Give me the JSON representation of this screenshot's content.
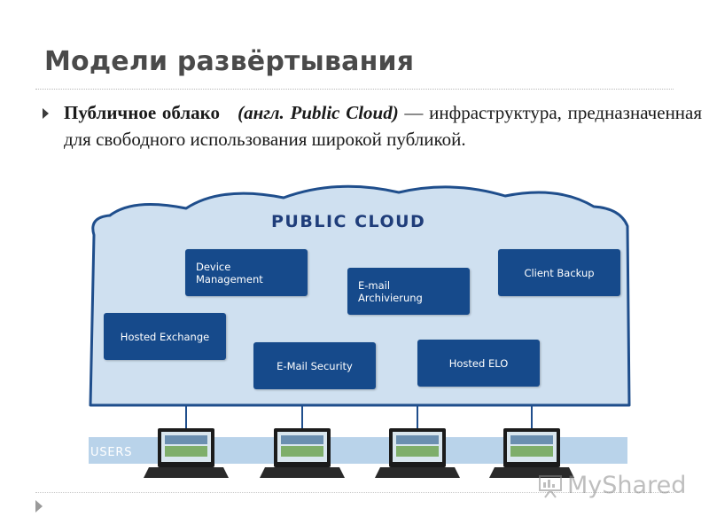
{
  "slide": {
    "title": "Модели развёртывания",
    "bullet": {
      "term": "Публичное облако",
      "term_en": "(англ. Public Cloud)",
      "definition_part1": " — инфраструктура,",
      "definition_part2": "предназначенная для свободного использования широкой",
      "definition_part3": "публикой."
    }
  },
  "diagram": {
    "cloud_label": "PUBLIC CLOUD",
    "users_label": "USERS",
    "services": {
      "device_management": [
        "Device",
        "Management"
      ],
      "email_archivierung": [
        "E-mail",
        "Archivierung"
      ],
      "client_backup": "Client Backup",
      "hosted_exchange": "Hosted Exchange",
      "email_security": "E-Mail Security",
      "hosted_elo": "Hosted ELO"
    },
    "colors": {
      "cloud_fill": "#cfe0f0",
      "cloud_border": "#1f4e8c",
      "service_box": "#164a8b",
      "users_bar": "#b9d3ea"
    },
    "laptop_count": 4
  },
  "watermark": {
    "text": "MyShared",
    "icon": "presentation-board-icon"
  }
}
